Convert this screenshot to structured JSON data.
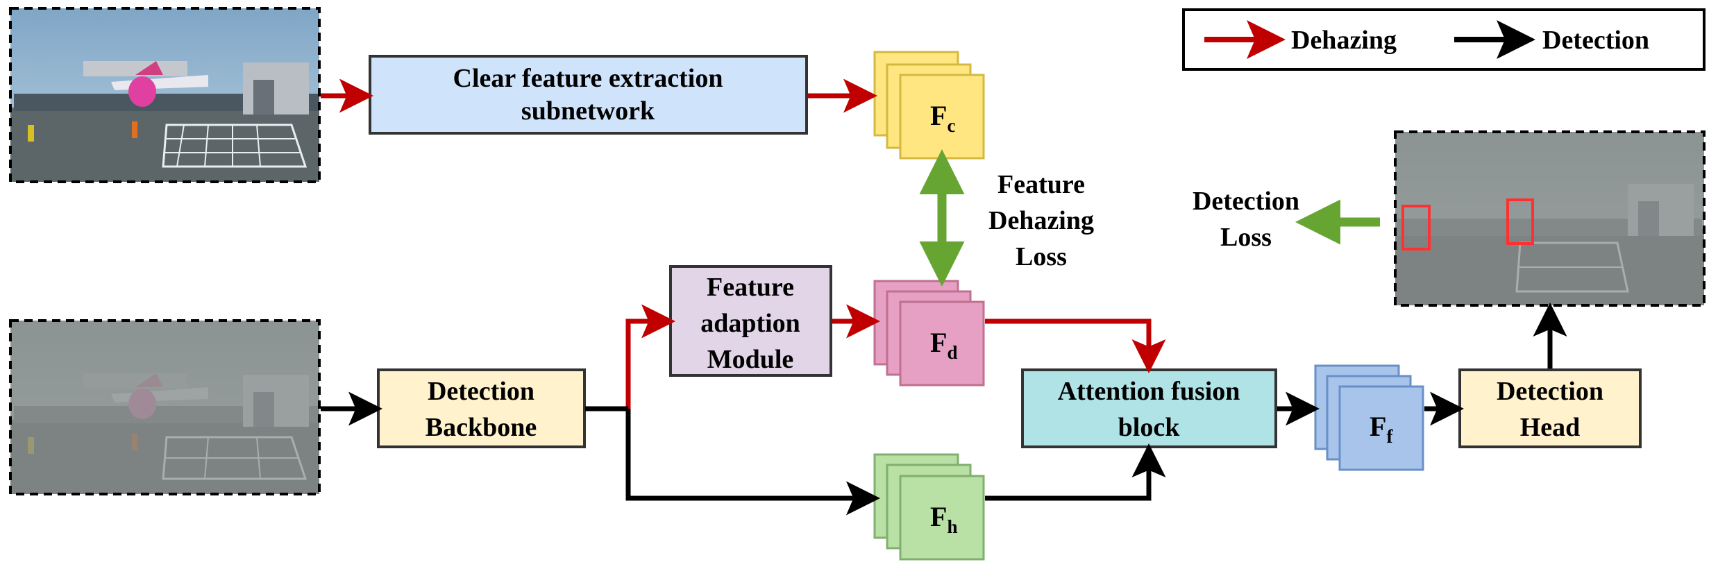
{
  "legend": {
    "dehazing_label": "Dehazing",
    "detection_label": "Detection",
    "dehazing_color": "#c00000",
    "detection_color": "#000000"
  },
  "blocks": {
    "clear_feature_extraction": {
      "line1": "Clear feature extraction",
      "line2": "subnetwork",
      "fill": "#cfe3fb"
    },
    "detection_backbone": {
      "line1": "Detection",
      "line2": "Backbone",
      "fill": "#fff2cc"
    },
    "feature_adaption": {
      "line1": "Feature",
      "line2": "adaption",
      "line3": "Module",
      "fill": "#e1d5e7"
    },
    "attention_fusion": {
      "line1": "Attention fusion",
      "line2": "block",
      "fill": "#b0e3e6"
    },
    "detection_head": {
      "line1": "Detection",
      "line2": "Head",
      "fill": "#fff2cc"
    }
  },
  "features": {
    "fc": {
      "main": "F",
      "sub": "c",
      "color": "#ffe680"
    },
    "fd": {
      "main": "F",
      "sub": "d",
      "color": "#e6a0c4"
    },
    "fh": {
      "main": "F",
      "sub": "h",
      "color": "#b9e0a5"
    },
    "ff": {
      "main": "F",
      "sub": "f",
      "color": "#a9c4eb"
    }
  },
  "losses": {
    "feature_dehazing": {
      "line1": "Feature",
      "line2": "Dehazing",
      "line3": "Loss",
      "color": "#66a532"
    },
    "detection": {
      "line1": "Detection",
      "line2": "Loss",
      "color": "#66a532"
    }
  },
  "images": {
    "clear_input": "clear-airport-image",
    "hazy_input": "hazy-airport-image",
    "detection_output": "hazy-detection-output-image"
  }
}
